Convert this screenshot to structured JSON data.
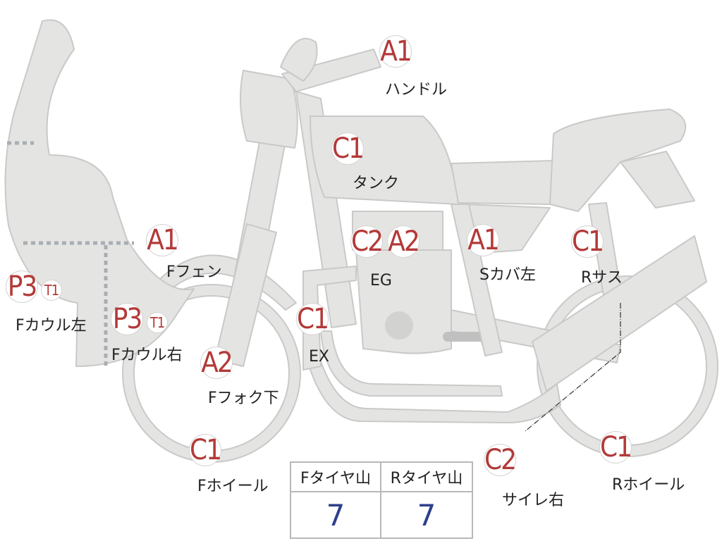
{
  "colors": {
    "body_fill": "#e4e4e2",
    "body_stroke": "#c9c9c9",
    "badge_text": "#b23a38",
    "value_text": "#2d3f8c",
    "dotted_line": "#a8aeb4"
  },
  "parts": [
    {
      "id": "handle",
      "grade": "A1",
      "label": "ハンドル"
    },
    {
      "id": "tank",
      "grade": "C1",
      "label": "タンク"
    },
    {
      "id": "engine",
      "grade": "C2",
      "grade2": "A2",
      "label": "EG"
    },
    {
      "id": "f-fender",
      "grade": "A1",
      "label": "Fフェン"
    },
    {
      "id": "s-cover-left",
      "grade": "A1",
      "label": "Sカバ左"
    },
    {
      "id": "r-suspension",
      "grade": "C1",
      "label": "Rサス"
    },
    {
      "id": "f-cowl-left",
      "grade": "P3",
      "grade2": "T1",
      "label": "Fカウル左"
    },
    {
      "id": "f-cowl-right",
      "grade": "P3",
      "grade2": "T1",
      "label": "Fカウル右"
    },
    {
      "id": "exhaust",
      "grade": "C1",
      "label": "EX"
    },
    {
      "id": "f-fork-lower",
      "grade": "A2",
      "label": "Fフォク下"
    },
    {
      "id": "f-wheel",
      "grade": "C1",
      "label": "Fホイール"
    },
    {
      "id": "silencer-right",
      "grade": "C2",
      "label": "サイレ右"
    },
    {
      "id": "r-wheel",
      "grade": "C1",
      "label": "Rホイール"
    }
  ],
  "tire_table": {
    "headers": [
      "Fタイヤ山",
      "Rタイヤ山"
    ],
    "values": [
      "7",
      "7"
    ]
  }
}
